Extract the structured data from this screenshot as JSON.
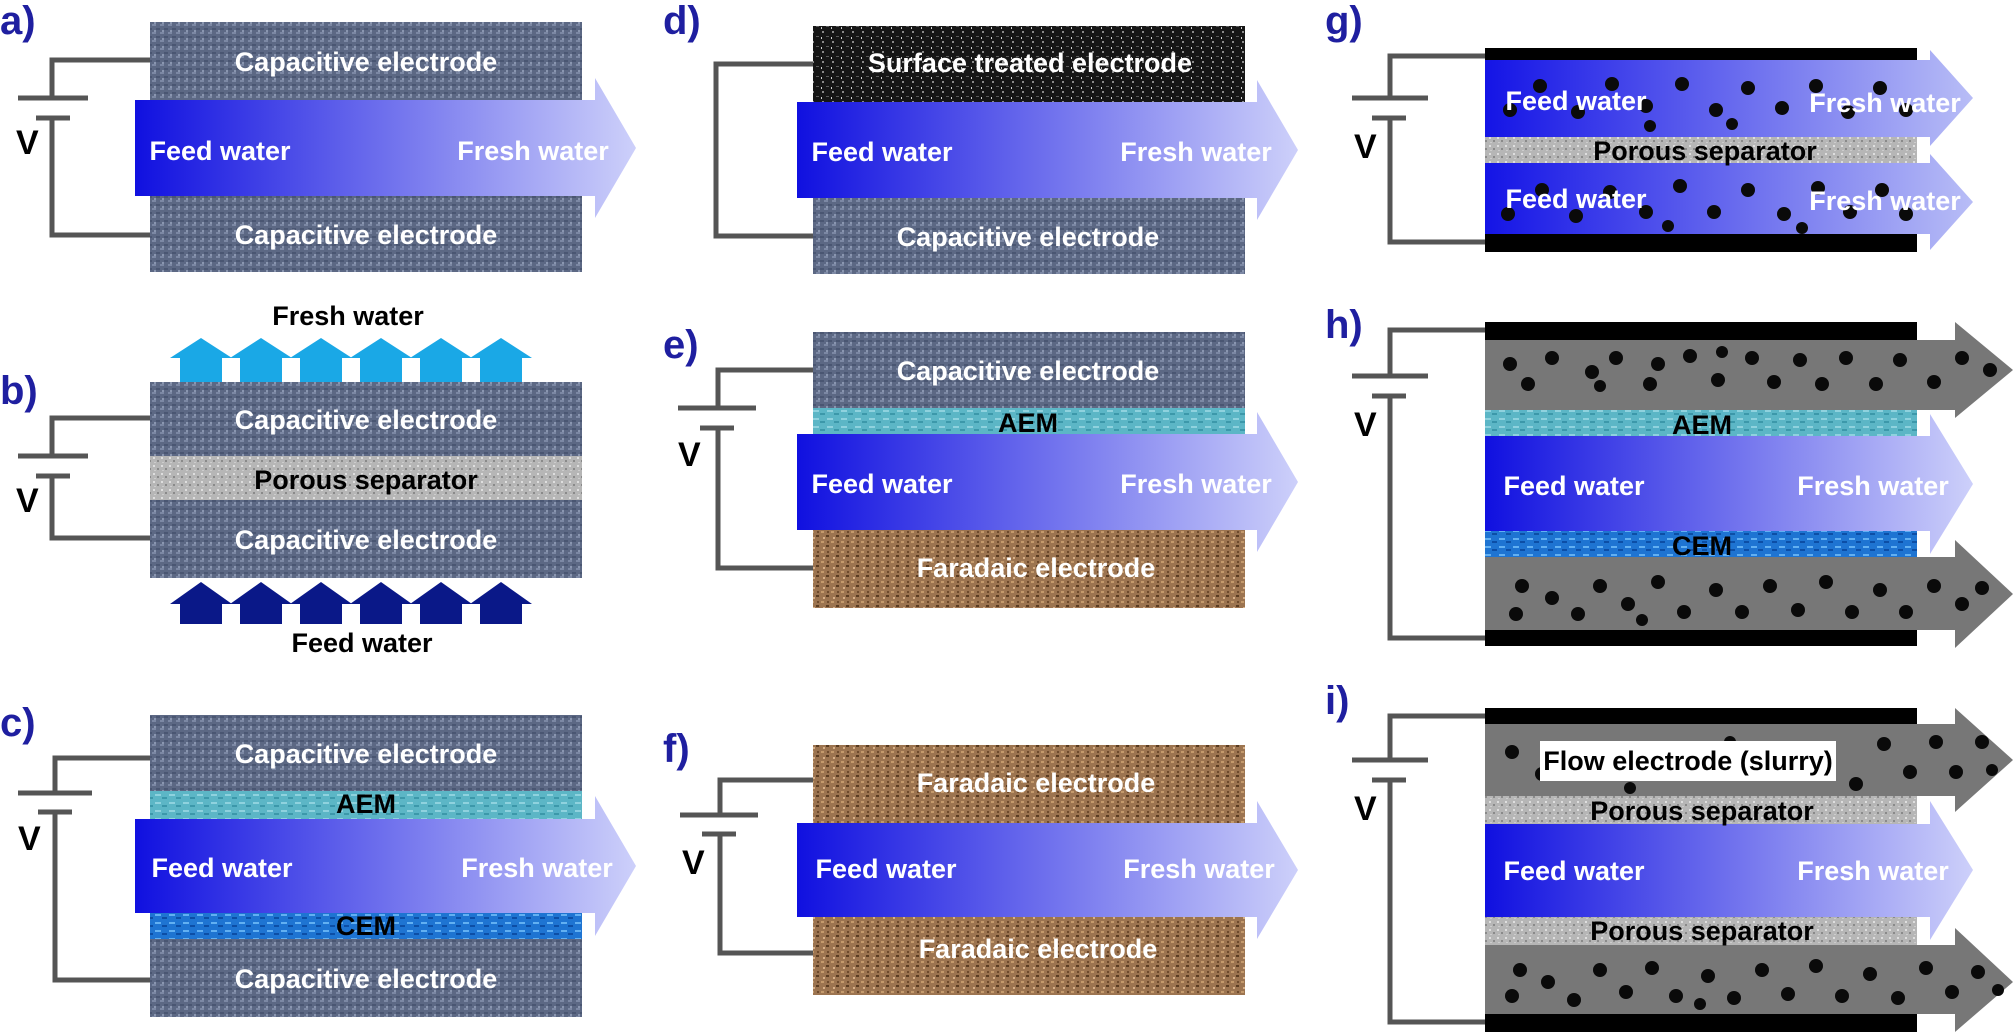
{
  "colors": {
    "panel_label": "#1f1fa0",
    "flow_dark": "#1010e0",
    "flow_light": "#c8ccf8",
    "capacitive_electrode": "#5d6a86",
    "faradaic_electrode": "#a07850",
    "surface_treated_electrode": "#1a1a1a",
    "aem": "#59b4c4",
    "cem": "#1d74d0",
    "porous_separator": "#b8b8b8",
    "slurry_channel": "#777777",
    "current_collector": "#000000",
    "fresh_water_arrow": "#1aa8e6",
    "feed_water_arrow": "#0a1888"
  },
  "panels": {
    "a": {
      "label": "a)",
      "voltage": "V",
      "top": "Capacitive electrode",
      "feed": "Feed water",
      "fresh": "Fresh water",
      "bottom": "Capacitive electrode"
    },
    "b": {
      "label": "b)",
      "voltage": "V",
      "fresh_caption": "Fresh water",
      "top": "Capacitive electrode",
      "separator": "Porous separator",
      "bottom": "Capacitive electrode",
      "feed_caption": "Feed water"
    },
    "c": {
      "label": "c)",
      "voltage": "V",
      "top": "Capacitive electrode",
      "aem": "AEM",
      "feed": "Feed water",
      "fresh": "Fresh water",
      "cem": "CEM",
      "bottom": "Capacitive electrode"
    },
    "d": {
      "label": "d)",
      "top": "Surface treated electrode",
      "feed": "Feed water",
      "fresh": "Fresh water",
      "bottom": "Capacitive electrode"
    },
    "e": {
      "label": "e)",
      "voltage": "V",
      "top": "Capacitive electrode",
      "aem": "AEM",
      "feed": "Feed water",
      "fresh": "Fresh water",
      "bottom": "Faradaic electrode"
    },
    "f": {
      "label": "f)",
      "voltage": "V",
      "top": "Faradaic electrode",
      "feed": "Feed water",
      "fresh": "Fresh water",
      "bottom": "Faradaic electrode"
    },
    "g": {
      "label": "g)",
      "voltage": "V",
      "feed1": "Feed water",
      "fresh1": "Fresh water",
      "separator": "Porous separator",
      "feed2": "Feed water",
      "fresh2": "Fresh water"
    },
    "h": {
      "label": "h)",
      "voltage": "V",
      "aem": "AEM",
      "feed": "Feed water",
      "fresh": "Fresh water",
      "cem": "CEM"
    },
    "i": {
      "label": "i)",
      "voltage": "V",
      "slurry": "Flow electrode (slurry)",
      "sep1": "Porous separator",
      "feed": "Feed water",
      "fresh": "Fresh water",
      "sep2": "Porous separator"
    }
  }
}
